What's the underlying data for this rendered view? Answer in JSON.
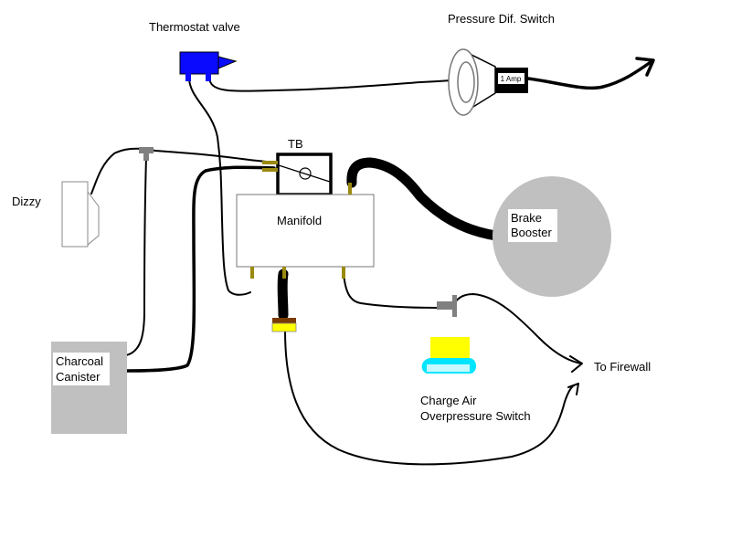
{
  "labels": {
    "thermostat_valve": "Thermostat valve",
    "pressure_switch": "Pressure Dif. Switch",
    "fuse": "1 Amp",
    "tb": "TB",
    "dizzy": "Dizzy",
    "manifold": "Manifold",
    "brake_booster_line1": "Brake",
    "brake_booster_line2": "Booster",
    "canister_line1": "Charcoal",
    "canister_line2": "Canister",
    "to_firewall": "To Firewall",
    "charge_air_line1": "Charge Air",
    "charge_air_line2": "Overpressure Switch"
  },
  "colors": {
    "thermostat_valve": "#0a0aff",
    "connector_brass": "#9a8a10",
    "connector_gray": "#808080",
    "canister": "#c0c0c0",
    "brake_booster": "#c0c0c0",
    "switch_yellow": "#ffff00",
    "switch_cyan": "#00e5ff",
    "filter_brown": "#7a3b00",
    "filter_yellow": "#ffff00"
  }
}
